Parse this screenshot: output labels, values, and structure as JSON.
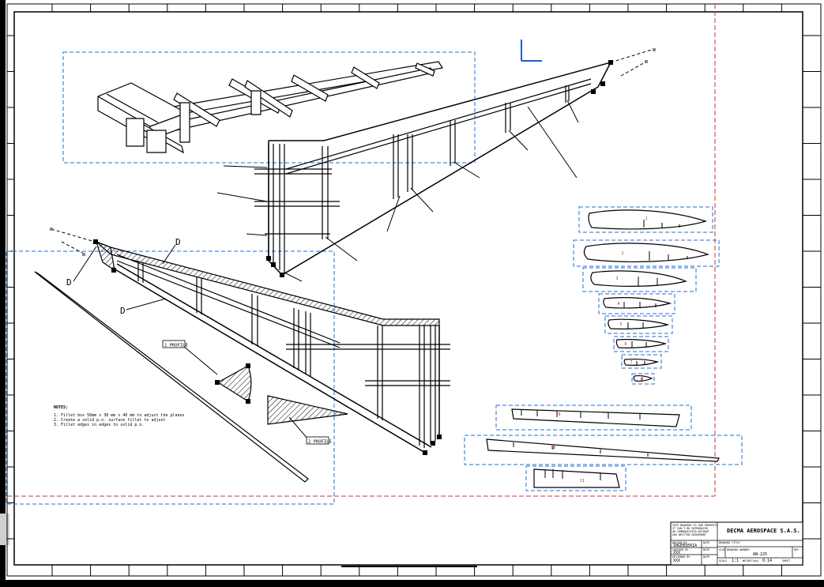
{
  "colors": {
    "paper": "#ffffff",
    "ink": "#000000",
    "view_frame": "#1f6fd6",
    "margin_line": "#c0392b",
    "axis": "#1a5fd0",
    "rib_number": "#d11a1a",
    "gray_mark": "#888888"
  },
  "callouts": {
    "d1": "D",
    "d2": "D",
    "d3": "D",
    "profile1": "1 PROFILE",
    "profile2": "2 PROFILE"
  },
  "notes": {
    "heading": "NOTES:",
    "lines": [
      "1. Fillet  box 50mm x 30 mm x 40 mm to adjust the planes",
      "2. Create a solid p.o. surface fillet to adjust",
      "3. Fillet edges in edges to solid p.o."
    ]
  },
  "rib_numbers": [
    "1",
    "2",
    "3",
    "4",
    "5",
    "6",
    "7",
    "8"
  ],
  "spar_numbers": [
    "9",
    "10",
    "11"
  ],
  "title_block": {
    "ownership_note": [
      "THIS DRAWING IS OUR PROPERTY",
      "IT CAN'T BE REPRODUCED",
      "OR COMMUNICATED WITHOUT",
      "OUR WRITTEN AGREEMENT"
    ],
    "company": "DECMA AEROSPACE S.A.S.",
    "design_label": "DESIGN BY",
    "design_value": "INGENIERIA",
    "checked_label": "CHECKED BY",
    "checked_value": "XXX",
    "designed_label": "DESIGNED BY",
    "designed_value": "XXX",
    "date_label": "DATE",
    "drawing_title_label": "DRAWING TITLE",
    "size_label": "SIZE",
    "drawing_number_label": "DRAWING NUMBER",
    "drawing_number": "AN-225",
    "rev_label": "REV",
    "scale_label": "SCALE",
    "scale_value": "1:1",
    "weight_label": "WEIGHT(kg)",
    "weight_value": "0.14",
    "sheet_label": "SHEET"
  }
}
